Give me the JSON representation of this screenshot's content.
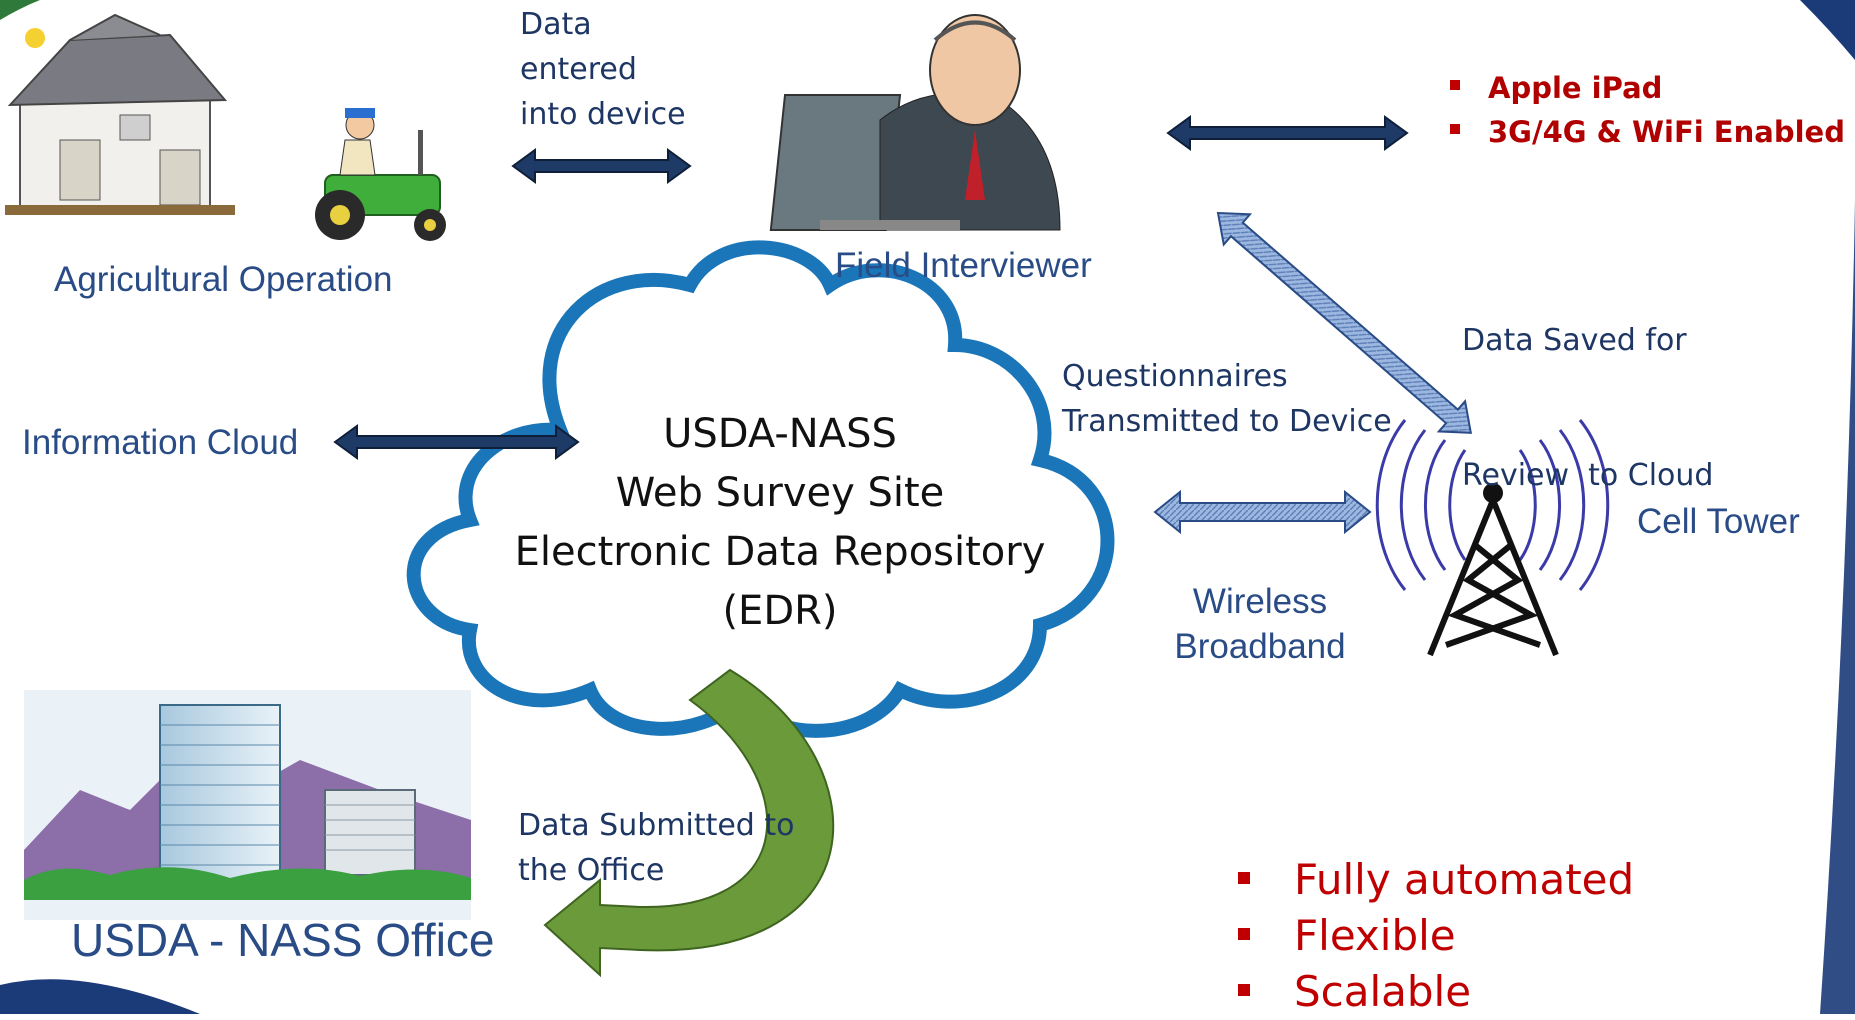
{
  "labels": {
    "agricultural_operation": "Agricultural Operation",
    "data_entered": [
      "Data",
      "entered",
      "into device"
    ],
    "field_interviewer": "Field Interviewer",
    "data_saved": [
      "Data Saved for",
      "Review  to Cloud"
    ],
    "questionnaires": [
      "Questionnaires",
      "Transmitted to Device"
    ],
    "information_cloud": "Information Cloud",
    "cloud_center": [
      "USDA-NASS",
      "Web Survey Site",
      "Electronic Data Repository",
      "(EDR)"
    ],
    "cell_tower": "Cell Tower",
    "wireless": [
      "Wireless",
      "Broadband"
    ],
    "data_submitted": [
      "Data Submitted to",
      "the Office"
    ],
    "office": "USDA - NASS Office"
  },
  "device_bullets": [
    "Apple iPad",
    "3G/4G & WiFi Enabled"
  ],
  "feature_bullets": [
    "Fully automated",
    "Flexible",
    "Scalable"
  ],
  "colors": {
    "cloud_outline": "#1a76b8",
    "label_blue": "#1f3a6e",
    "bullet_red": "#c00000",
    "arrow_green": "#6a9a3a",
    "tower_purple": "#3a3aa8"
  }
}
